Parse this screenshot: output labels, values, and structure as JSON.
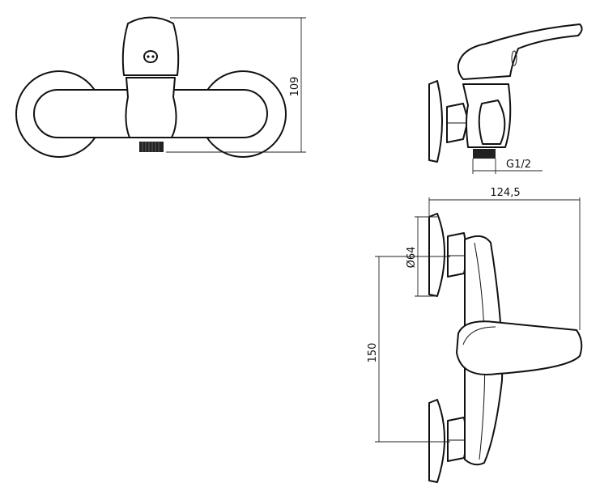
{
  "dimensions": {
    "height_total": "109",
    "thread_size": "G1/2",
    "projection": "124,5",
    "flange_diameter": "Ø64",
    "center_distance": "150"
  },
  "colors": {
    "line": "#111111",
    "background": "#ffffff"
  }
}
